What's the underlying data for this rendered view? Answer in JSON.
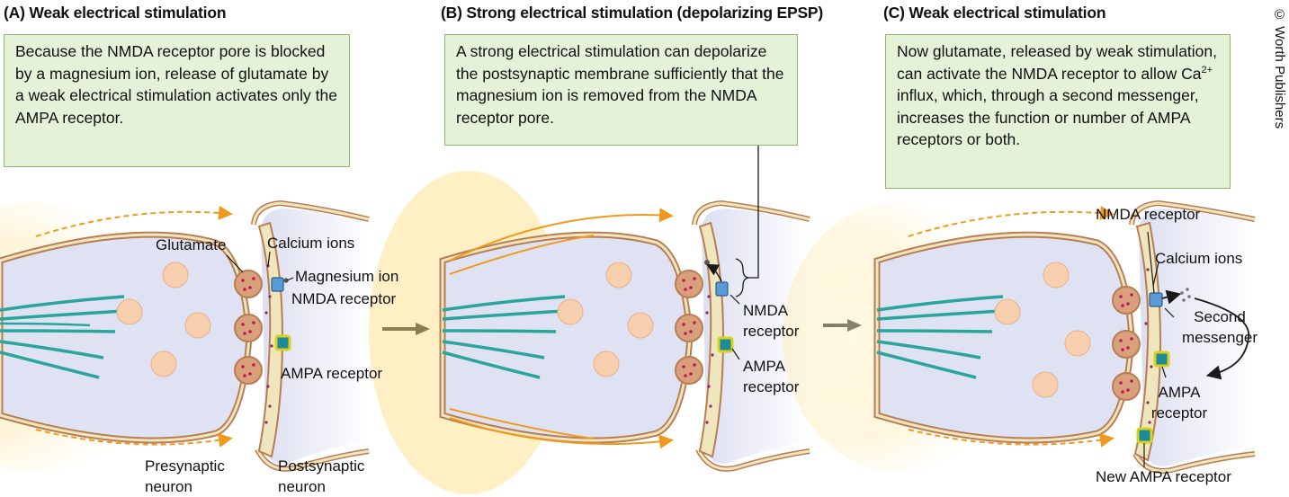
{
  "credit": "© Worth Publishers",
  "panels": {
    "a": {
      "title": "(A) Weak electrical stimulation",
      "note": "Because the NMDA receptor pore is blocked by a magnesium ion, release of glutamate by a weak electrical stimulation activates only the AMPA receptor.",
      "labels": {
        "glutamate": "Glutamate",
        "calcium": "Calcium ions",
        "magnesium": "Magnesium ion",
        "nmda": "NMDA receptor",
        "ampa": "AMPA receptor",
        "pre_line1": "Presynaptic",
        "pre_line2": "neuron",
        "post_line1": "Postsynaptic",
        "post_line2": "neuron"
      }
    },
    "b": {
      "title": "(B) Strong electrical stimulation (depolarizing EPSP)",
      "note": "A strong electrical stimulation can depolarize the postsynaptic membrane sufficiently that the magnesium ion is removed from the NMDA receptor pore.",
      "labels": {
        "nmda_line1": "NMDA",
        "nmda_line2": "receptor",
        "ampa_line1": "AMPA",
        "ampa_line2": "receptor"
      }
    },
    "c": {
      "title": "(C) Weak electrical stimulation",
      "note_pre": "Now glutamate, released by weak stimulation, can activate the NMDA receptor to allow Ca",
      "note_sup": "2+",
      "note_post": " influx, which, through a second messenger, increases the function or number of AMPA receptors or both.",
      "labels": {
        "nmda": "NMDA receptor",
        "calcium": "Calcium ions",
        "second_line1": "Second",
        "second_line2": "messenger",
        "ampa_line1": "AMPA",
        "ampa_line2": "receptor",
        "new_ampa": "New AMPA receptor"
      }
    }
  },
  "colors": {
    "membrane": "#f0e6bd",
    "membrane_edge": "#b87d55",
    "cytoplasm": "#dfe2f3",
    "vesicle": "#f8cfae",
    "axon_fiber": "#2aa59b",
    "glow": "#fcd98a",
    "arrow_orange": "#ef9a1e",
    "note_fill": "#e5f1d8",
    "note_border": "#8cb86a",
    "nmda_blue": "#5b9bd5",
    "ampa_outline": "#d9d21a"
  }
}
